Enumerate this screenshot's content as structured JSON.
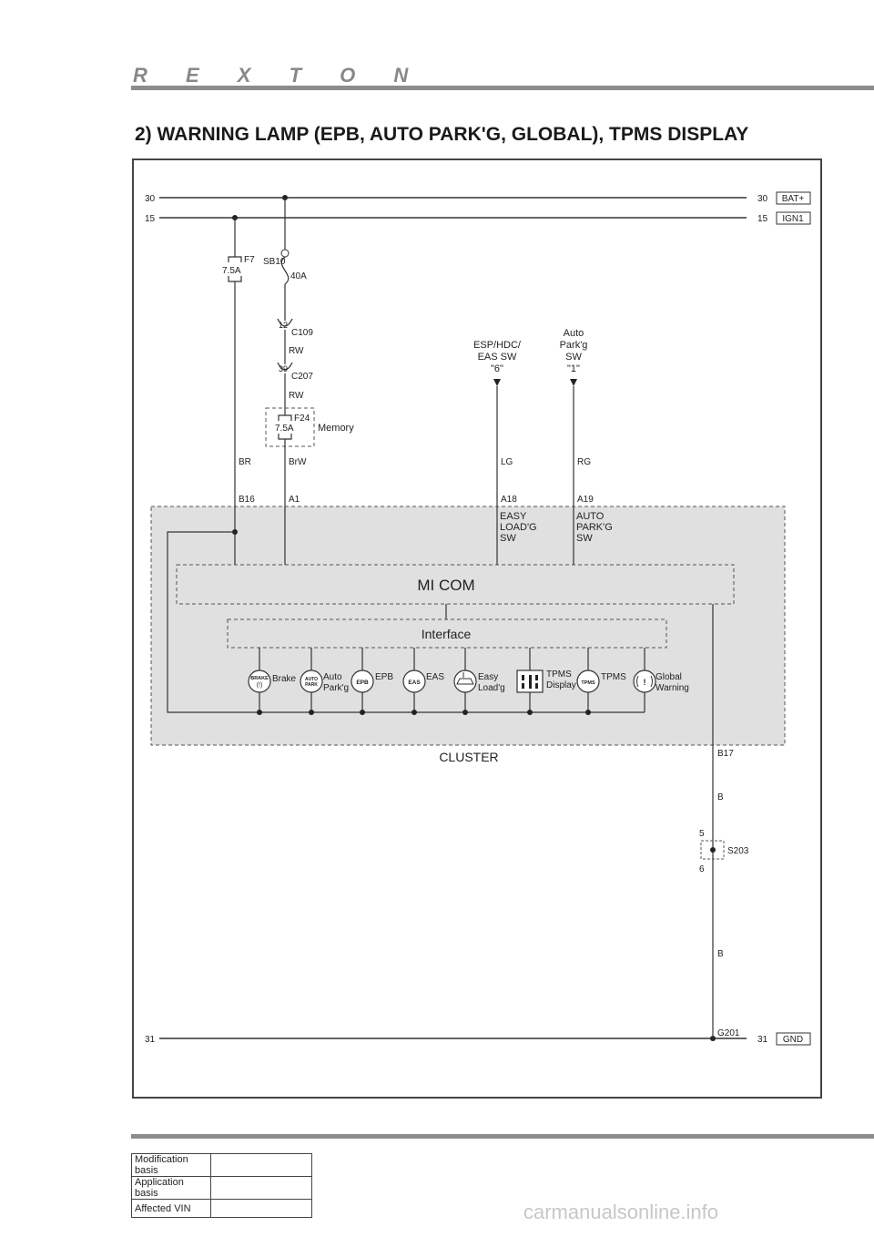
{
  "header": {
    "logo": "R E X T O N"
  },
  "title": "2) WARNING LAMP (EPB, AUTO PARK'G, GLOBAL), TPMS DISPLAY",
  "rails": {
    "r30": {
      "left": "30",
      "right": "30",
      "tag": "BAT+"
    },
    "r15": {
      "left": "15",
      "right": "15",
      "tag": "IGN1"
    },
    "r31": {
      "left": "31",
      "right": "31",
      "tag": "GND"
    }
  },
  "fuses": {
    "f7": {
      "name": "F7",
      "rating": "7.5A"
    },
    "sb10": {
      "name": "SB10",
      "rating": "40A"
    },
    "f24": {
      "name": "F24",
      "rating": "7.5A",
      "group": "Memory"
    }
  },
  "connectors": {
    "c109": {
      "pin": "12",
      "name": "C109"
    },
    "c207": {
      "pin": "39",
      "name": "C207"
    },
    "s203": {
      "pin_in": "5",
      "pin_out": "6",
      "name": "S203"
    },
    "g201": "G201"
  },
  "wires": {
    "rw1": "RW",
    "rw2": "RW",
    "br": "BR",
    "brw": "BrW",
    "lg": "LG",
    "rg": "RG",
    "b1": "B",
    "b2": "B"
  },
  "switches": {
    "esp": {
      "lines": [
        "ESP/HDC/",
        "EAS SW",
        "\"6\""
      ]
    },
    "auto": {
      "lines": [
        "Auto",
        "Park'g",
        "SW",
        "\"1\""
      ]
    }
  },
  "pins": {
    "b16": "B16",
    "a1": "A1",
    "a18": "A18",
    "a19": "A19",
    "b17": "B17"
  },
  "cluster": {
    "name": "CLUSTER",
    "easy_label": [
      "EASY",
      "LOAD'G",
      "SW"
    ],
    "auto_label": [
      "AUTO",
      "PARK'G",
      "SW"
    ],
    "micom": "MI COM",
    "interface": "Interface"
  },
  "lamps": [
    {
      "icon": "BRAKE",
      "label": [
        "Brake"
      ]
    },
    {
      "icon": "AUTO PARK",
      "label": [
        "Auto",
        "Park'g"
      ]
    },
    {
      "icon": "EPB",
      "label": [
        "EPB"
      ]
    },
    {
      "icon": "EAS",
      "label": [
        "EAS"
      ]
    },
    {
      "icon": "car-load-icon",
      "label": [
        "Easy",
        "Load'g"
      ]
    },
    {
      "icon": "tpms-display-icon",
      "label": [
        "TPMS",
        "Display"
      ]
    },
    {
      "icon": "TPMS",
      "label": [
        "TPMS"
      ]
    },
    {
      "icon": "tire-warning-icon",
      "label": [
        "Global",
        "Warning"
      ]
    }
  ],
  "footer_table": [
    {
      "label": "Modification basis",
      "value": ""
    },
    {
      "label": "Application basis",
      "value": ""
    },
    {
      "label": "Affected VIN",
      "value": ""
    }
  ],
  "watermark": "carmanualsonline.info",
  "colors": {
    "cluster_fill": "#e0e0e0",
    "line": "#333333",
    "bar": "#8c8c8c"
  }
}
